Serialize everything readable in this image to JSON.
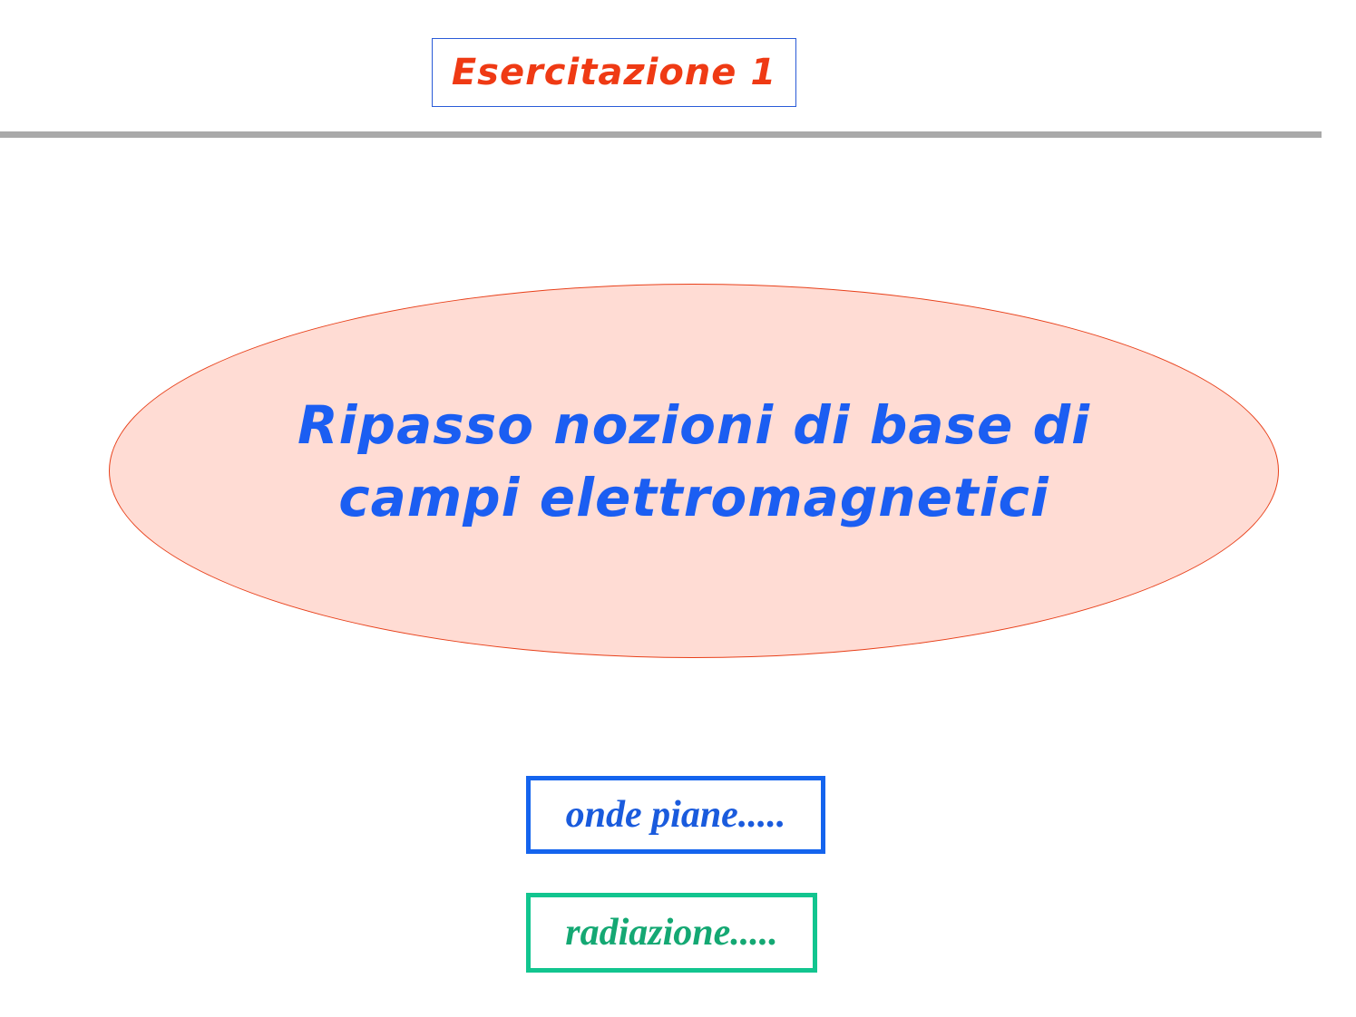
{
  "slide": {
    "title": "Esercitazione 1",
    "main_text": {
      "line1": "Ripasso nozioni di base di",
      "line2": "campi elettromagnetici"
    },
    "topics": {
      "onde": "onde piane.....",
      "radiazione": "radiazione....."
    }
  },
  "colors": {
    "title": "#ef3a14",
    "ellipse_fill": "#ffdcd4",
    "ellipse_border": "#e8401a",
    "main_text": "#1b5ef2",
    "onde_border": "#1464ee",
    "radiazione_border": "#12c58f",
    "divider": "#a9a9a9"
  }
}
